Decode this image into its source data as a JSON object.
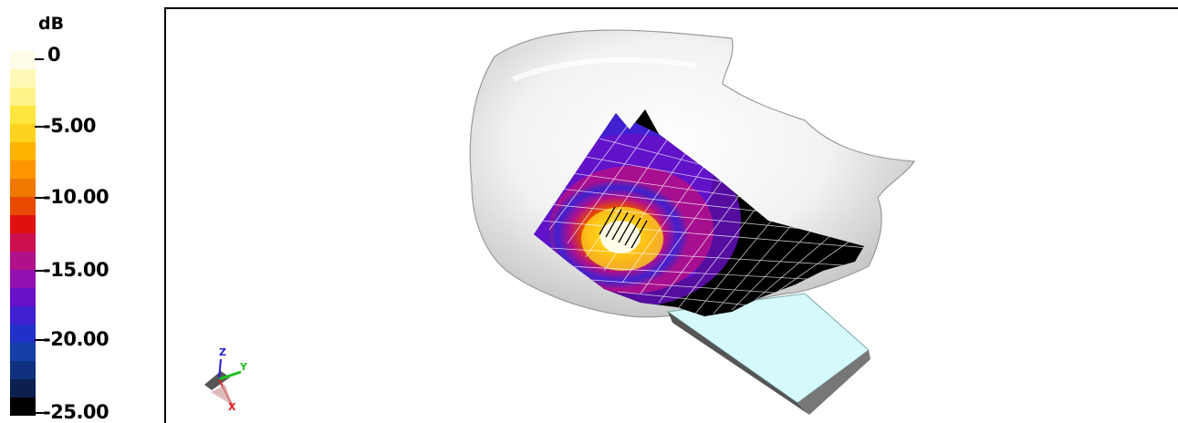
{
  "legend": {
    "unit": "dB",
    "ticks": [
      "0",
      "-5.00",
      "-10.00",
      "-15.00",
      "-20.00",
      "-25.00"
    ],
    "colors": [
      "#fffde8",
      "#fff9b8",
      "#fff48a",
      "#ffe640",
      "#ffd21f",
      "#ffb400",
      "#ff9600",
      "#f07800",
      "#e84a00",
      "#e01010",
      "#cc1050",
      "#b0108a",
      "#9010b0",
      "#6a10c8",
      "#4020d0",
      "#2030c8",
      "#1440a8",
      "#103080",
      "#0c2050",
      "#000000"
    ]
  },
  "axes": {
    "z": "Z",
    "y": "Y",
    "x": "X"
  }
}
